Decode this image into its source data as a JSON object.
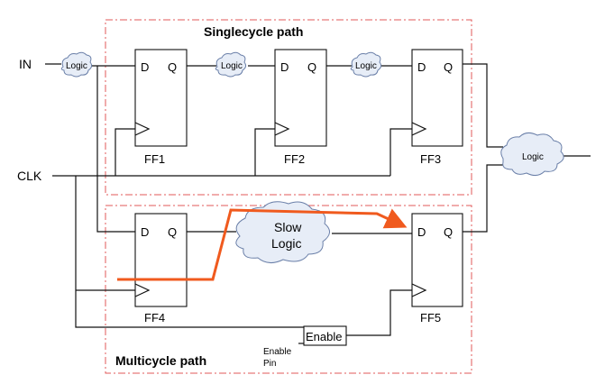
{
  "regions": {
    "single": "Singlecycle path",
    "multi": "Multicycle path"
  },
  "inputs": {
    "in": "IN",
    "clk": "CLK",
    "enable_pin": [
      "Enable",
      "Pin"
    ]
  },
  "flipflops": {
    "d": "D",
    "q": "Q",
    "ff1": "FF1",
    "ff2": "FF2",
    "ff3": "FF3",
    "ff4": "FF4",
    "ff5": "FF5"
  },
  "logic": {
    "small": "Logic",
    "output": "Logic",
    "slow": [
      "Slow",
      "Logic"
    ]
  },
  "gate": {
    "enable": "Enable"
  },
  "colors": {
    "critical_path": "#f05a1e",
    "region_border": "#e05a5a",
    "cloud_fill": "#e7edf7",
    "cloud_stroke": "#6a7fa8"
  }
}
